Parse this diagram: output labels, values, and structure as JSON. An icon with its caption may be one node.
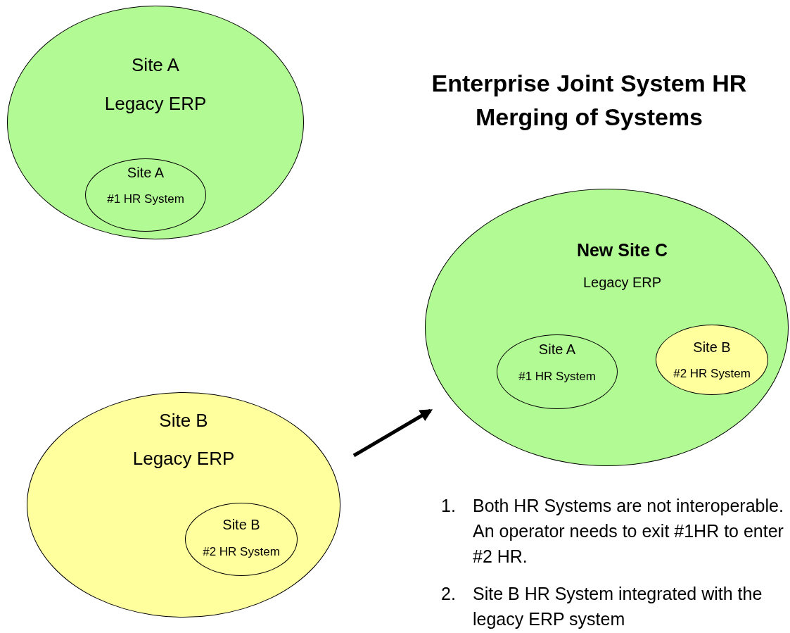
{
  "diagram": {
    "title": "Enterprise Joint System HR Merging of Systems",
    "nodes": [
      {
        "text": [
          "Site A",
          "Legacy ERP"
        ]
      },
      {
        "text": [
          "Site A",
          "#1 HR System"
        ],
        "in": 0
      },
      {
        "text": [
          "Site B",
          "Legacy ERP"
        ]
      },
      {
        "text": [
          "Site B",
          "#2 HR System"
        ],
        "in": 2
      },
      {
        "text": [
          "New Site C",
          "Legacy ERP"
        ]
      },
      {
        "text": [
          "Site A",
          "#1 HR System"
        ],
        "in": 4
      },
      {
        "text": [
          "Site B",
          "#2 HR System"
        ],
        "in": 4
      }
    ],
    "edges": [
      {
        "from": 2,
        "to": 4,
        "arrow": "to"
      }
    ],
    "labels": [
      "1.",
      "Both HR Systems are not interoperable. An operator needs to exit #1HR to enter #2 HR.",
      "2.",
      "Site B HR System integrated with the legacy ERP system"
    ]
  }
}
